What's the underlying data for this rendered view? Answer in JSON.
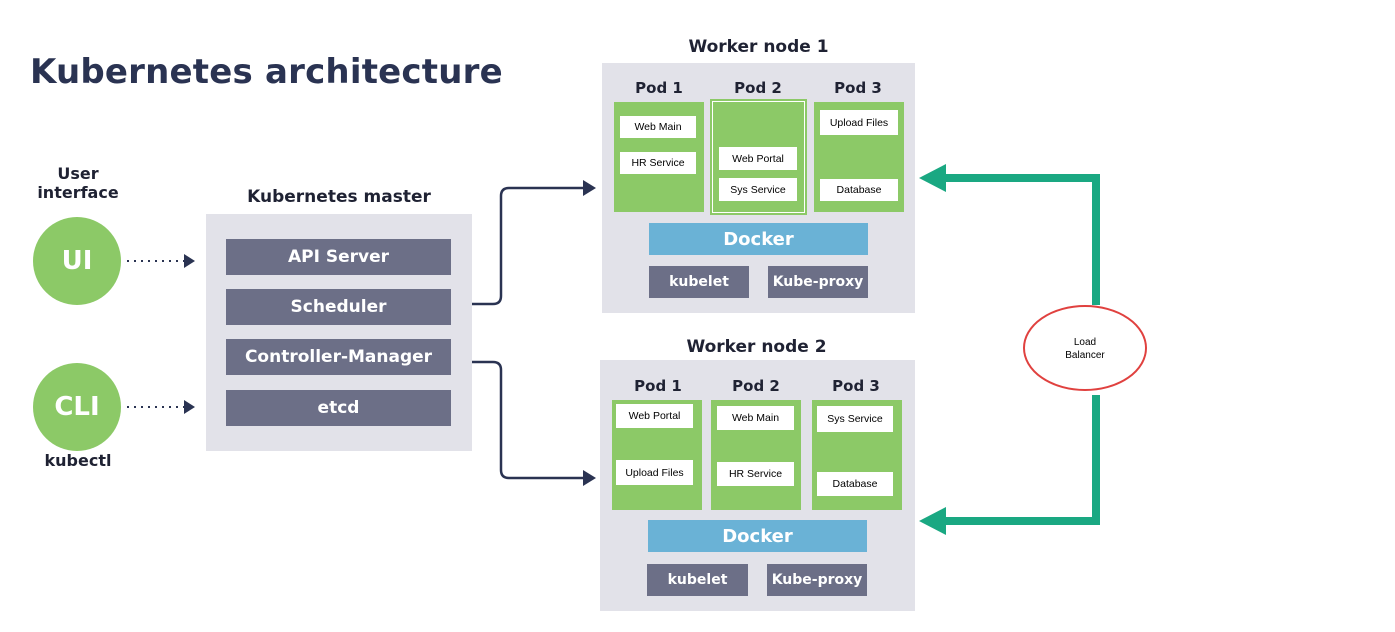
{
  "title": "Kubernetes architecture",
  "user_interface_label": "User\ninterface",
  "ui_circle": "UI",
  "cli_circle": "CLI",
  "kubectl_label": "kubectl",
  "master": {
    "title": "Kubernetes master",
    "components": [
      "API Server",
      "Scheduler",
      "Controller-Manager",
      "etcd"
    ]
  },
  "worker1": {
    "title": "Worker node 1",
    "pods": [
      {
        "label": "Pod 1",
        "services": [
          "Web Main",
          "HR Service"
        ]
      },
      {
        "label": "Pod 2",
        "services": [
          "Web Portal",
          "Sys Service"
        ]
      },
      {
        "label": "Pod 3",
        "services": [
          "Upload Files",
          "Database"
        ]
      }
    ],
    "docker": "Docker",
    "kubelet": "kubelet",
    "kube_proxy": "Kube-proxy"
  },
  "worker2": {
    "title": "Worker node 2",
    "pods": [
      {
        "label": "Pod 1",
        "services": [
          "Web Portal",
          "Upload Files"
        ]
      },
      {
        "label": "Pod 2",
        "services": [
          "Web Main",
          "HR Service"
        ]
      },
      {
        "label": "Pod 3",
        "services": [
          "Sys Service",
          "Database"
        ]
      }
    ],
    "docker": "Docker",
    "kubelet": "kubelet",
    "kube_proxy": "Kube-proxy"
  },
  "load_balancer": "Load\nBalancer",
  "colors": {
    "title": "#2a3352",
    "pod_green": "#8cc967",
    "docker_blue": "#6ab2d6",
    "bar_gray": "#6c6f87",
    "panel_gray": "#e2e2e9",
    "arrow_navy": "#2a3352",
    "arrow_teal": "#1aa882",
    "ellipse_red": "#e0413f"
  }
}
